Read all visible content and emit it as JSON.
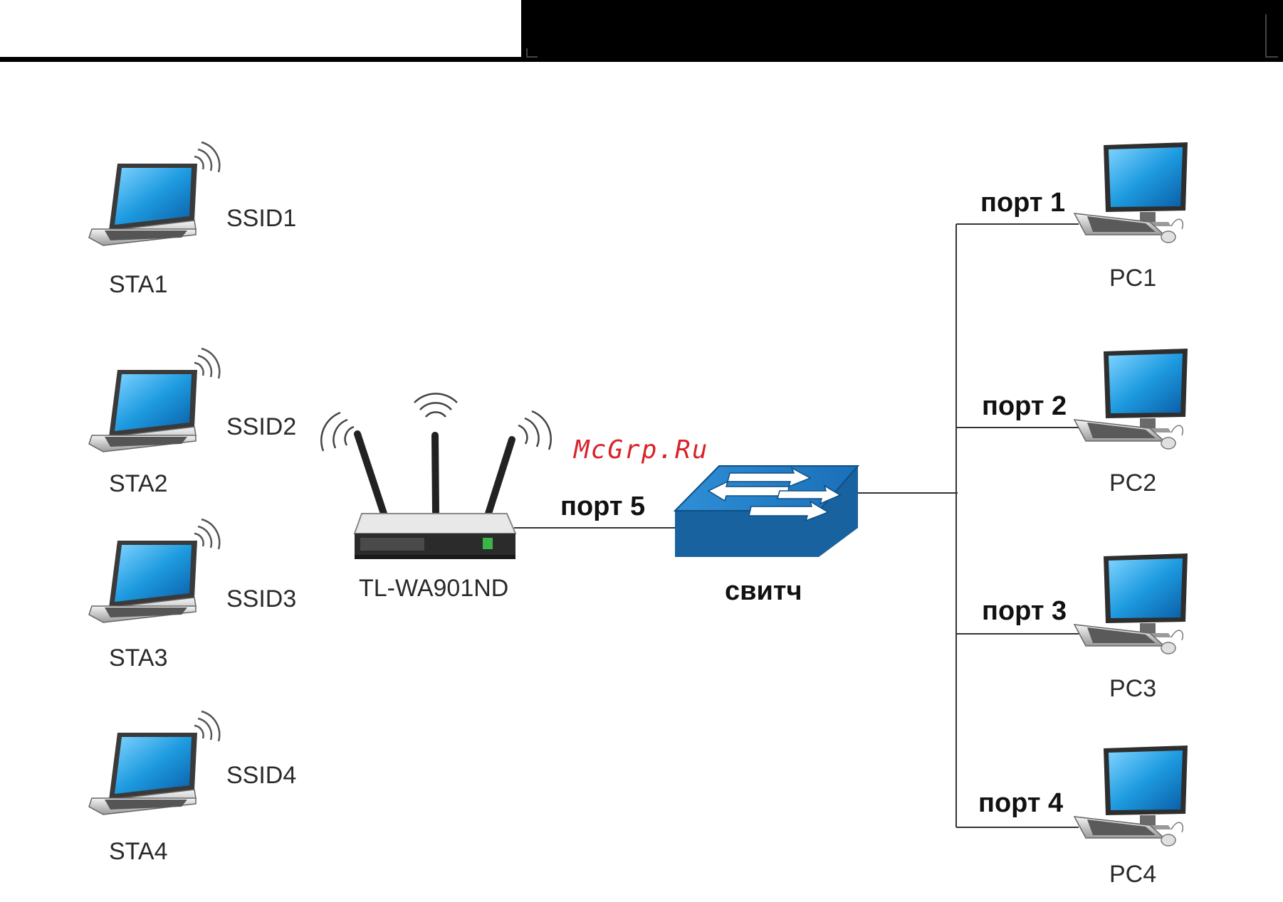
{
  "diagram": {
    "stations": [
      {
        "name": "STA1",
        "ssid": "SSID1"
      },
      {
        "name": "STA2",
        "ssid": "SSID2"
      },
      {
        "name": "STA3",
        "ssid": "SSID3"
      },
      {
        "name": "STA4",
        "ssid": "SSID4"
      }
    ],
    "access_point": {
      "name": "TL-WA901ND",
      "uplink_port": "порт 5"
    },
    "switch": {
      "name": "свитч"
    },
    "pcs": [
      {
        "name": "PC1",
        "port": "порт 1"
      },
      {
        "name": "PC2",
        "port": "порт 2"
      },
      {
        "name": "PC3",
        "port": "порт 3"
      },
      {
        "name": "PC4",
        "port": "порт 4"
      }
    ],
    "watermark": "McGrp.Ru"
  },
  "colors": {
    "screen": "#1e9be0",
    "switch": "#1f7fc0",
    "line": "#333333",
    "watermark": "#d8232a"
  }
}
